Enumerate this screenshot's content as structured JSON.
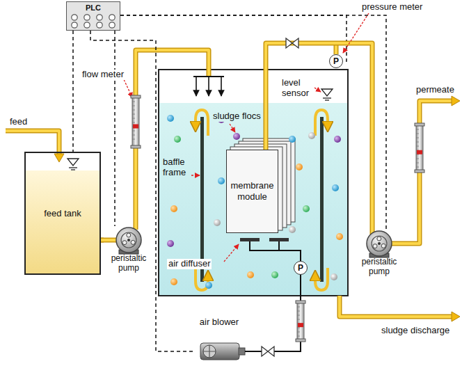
{
  "diagram": {
    "nodes": [
      {
        "text": [
          "PLC"
        ]
      },
      {
        "text": [
          "feed tank"
        ]
      },
      {
        "text": [
          "peristaltic pump"
        ]
      },
      {
        "text": [
          "membrane module"
        ]
      },
      {
        "text": [
          "P"
        ]
      },
      {
        "text": [
          "P"
        ]
      },
      {
        "text": [
          "peristaltic pump"
        ]
      },
      {
        "text": [
          "air blower"
        ]
      }
    ],
    "edges": [
      {
        "from": 0,
        "to": 1,
        "arrow": "none"
      },
      {
        "from": 0,
        "to": 2,
        "arrow": "none"
      },
      {
        "from": 0,
        "to": 4,
        "arrow": "none"
      },
      {
        "from": 0,
        "to": 6,
        "arrow": "none"
      },
      {
        "from": 0,
        "to": 7,
        "arrow": "none"
      },
      {
        "from": 1,
        "to": 2,
        "arrow": "none"
      },
      {
        "from": 3,
        "to": 6,
        "arrow": "none"
      },
      {
        "from": 7,
        "to": 5,
        "arrow": "none"
      }
    ],
    "labels": [
      "feed",
      "flow meter",
      "pressure meter",
      "level sensor",
      "sludge flocs",
      "baffle frame",
      "permeate",
      "air diffuser",
      "sludge discharge"
    ]
  }
}
